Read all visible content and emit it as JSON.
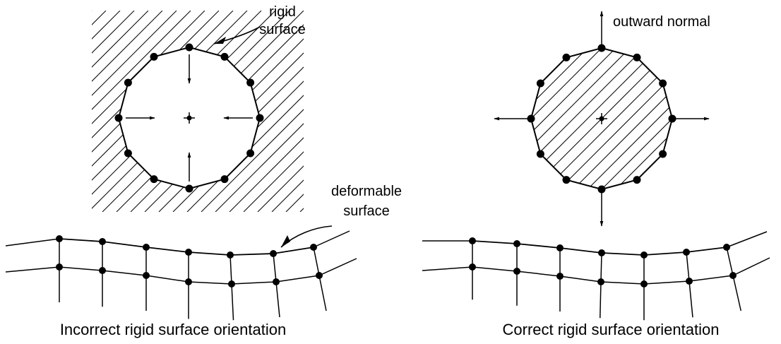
{
  "left_panel": {
    "label_rigid": [
      "rigid",
      "surface"
    ],
    "label_deformable": [
      "deformable",
      "surface"
    ],
    "caption": "Incorrect rigid surface orientation"
  },
  "right_panel": {
    "label_normal": "outward normal",
    "caption": "Correct rigid surface orientation"
  }
}
